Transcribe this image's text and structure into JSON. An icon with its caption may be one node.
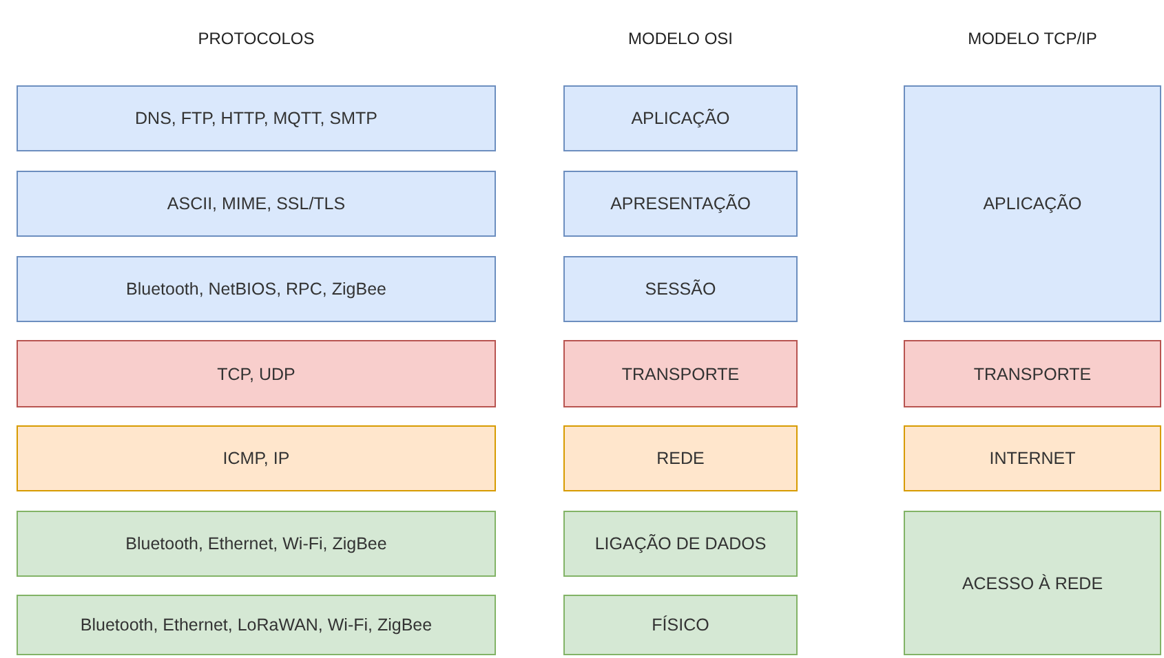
{
  "diagram": {
    "nodes": [
      {
        "text": [
          "DNS, FTP, HTTP, MQTT, SMTP"
        ]
      },
      {
        "text": [
          "APLICAÇÃO"
        ]
      },
      {
        "text": [
          "APLICAÇÃO"
        ]
      },
      {
        "text": [
          "ASCII, MIME, SSL/TLS"
        ]
      },
      {
        "text": [
          "APRESENTAÇÃO"
        ]
      },
      {
        "text": [
          "Bluetooth, NetBIOS, RPC, ZigBee"
        ]
      },
      {
        "text": [
          "SESSÃO"
        ]
      },
      {
        "text": [
          "TCP, UDP"
        ]
      },
      {
        "text": [
          "TRANSPORTE"
        ]
      },
      {
        "text": [
          "TRANSPORTE"
        ]
      },
      {
        "text": [
          "ICMP, IP"
        ]
      },
      {
        "text": [
          "REDE"
        ]
      },
      {
        "text": [
          "INTERNET"
        ]
      },
      {
        "text": [
          "Bluetooth, Ethernet, Wi-Fi, ZigBee"
        ]
      },
      {
        "text": [
          "LIGAÇÃO DE DADOS"
        ]
      },
      {
        "text": [
          "ACESSO À REDE"
        ]
      },
      {
        "text": [
          "Bluetooth, Ethernet, LoRaWAN, Wi-Fi, ZigBee"
        ]
      },
      {
        "text": [
          "FÍSICO"
        ]
      }
    ],
    "labels": [
      "PROTOCOLOS",
      "MODELO OSI",
      "MODELO TCP/IP"
    ]
  }
}
